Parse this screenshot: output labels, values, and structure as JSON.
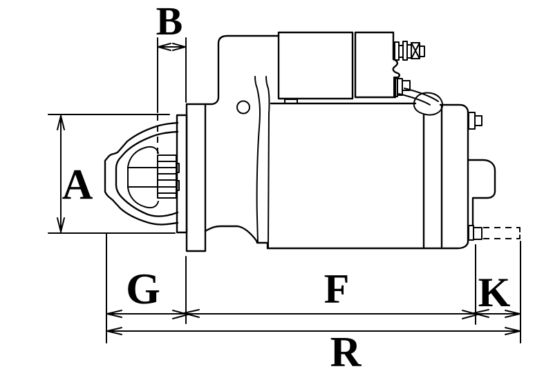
{
  "diagram": {
    "subject": "starter-motor-side-view-technical-drawing",
    "background_color": "#ffffff",
    "line_color": "#000000",
    "dimension_labels": {
      "b": "B",
      "a": "A",
      "g": "G",
      "f": "F",
      "k": "K",
      "r": "R"
    }
  }
}
